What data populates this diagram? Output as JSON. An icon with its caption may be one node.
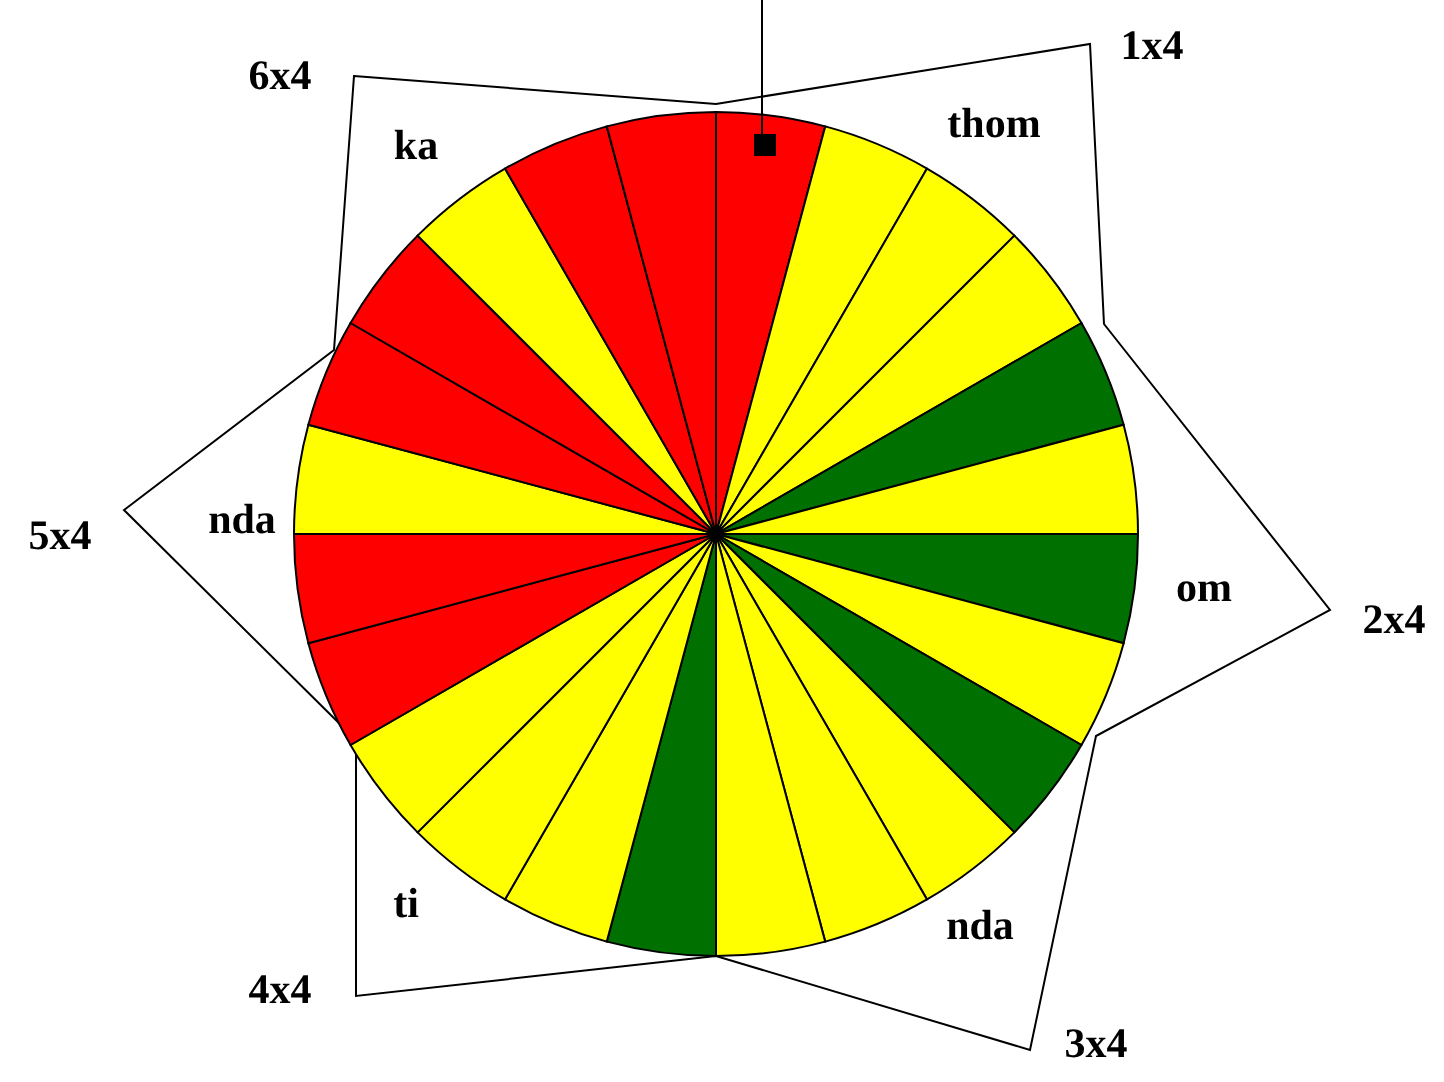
{
  "diagram": {
    "labels": [
      "6x4",
      "1x4",
      "ka",
      "thom",
      "5x4",
      "nda",
      "om",
      "2x4",
      "ti",
      "nda",
      "4x4",
      "3x4"
    ]
  }
}
